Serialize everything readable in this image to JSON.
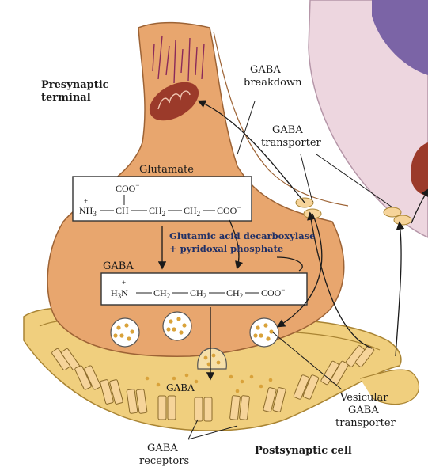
{
  "labels": {
    "presynaptic_line1": "Presynaptic",
    "presynaptic_line2": "terminal",
    "gaba_breakdown_line1": "GABA",
    "gaba_breakdown_line2": "breakdown",
    "gaba_transporter_line1": "GABA",
    "gaba_transporter_line2": "transporter",
    "glutamate": "Glutamate",
    "enzyme_line1": "Glutamic acid decarboxylase",
    "enzyme_line2": "+ pyridoxal phosphate",
    "gaba_box": "GABA",
    "gaba_cleft": "GABA",
    "vesicular_line1": "Vesicular",
    "vesicular_line2": "GABA",
    "vesicular_line3": "transporter",
    "receptors_line1": "GABA",
    "receptors_line2": "receptors",
    "postsynaptic": "Postsynaptic cell"
  },
  "glutamate_formula": {
    "top": "COO",
    "top_charge": "−",
    "nh3": "NH",
    "nh3_sub": "3",
    "plus": "+",
    "ch": "CH",
    "ch2_a": "CH",
    "ch2_b": "CH",
    "sub2": "2",
    "end": "COO",
    "end_charge": "−"
  },
  "gaba_formula": {
    "h3n": "H",
    "h3n_sub": "3",
    "n": "N",
    "plus": "+",
    "ch2_a": "CH",
    "ch2_b": "CH",
    "ch2_c": "CH",
    "sub2": "2",
    "end": "COO",
    "end_charge": "−"
  },
  "colors": {
    "terminal": "#e8a66e",
    "terminal_dark": "#c9824a",
    "postsynaptic": "#f0cf7e",
    "glia": "#edd6df",
    "glia_nucleus": "#7b64a6",
    "mitochondrion": "#9b3a2a",
    "receptor": "#f6d49a",
    "vesicle_dot": "#d9a23a"
  }
}
